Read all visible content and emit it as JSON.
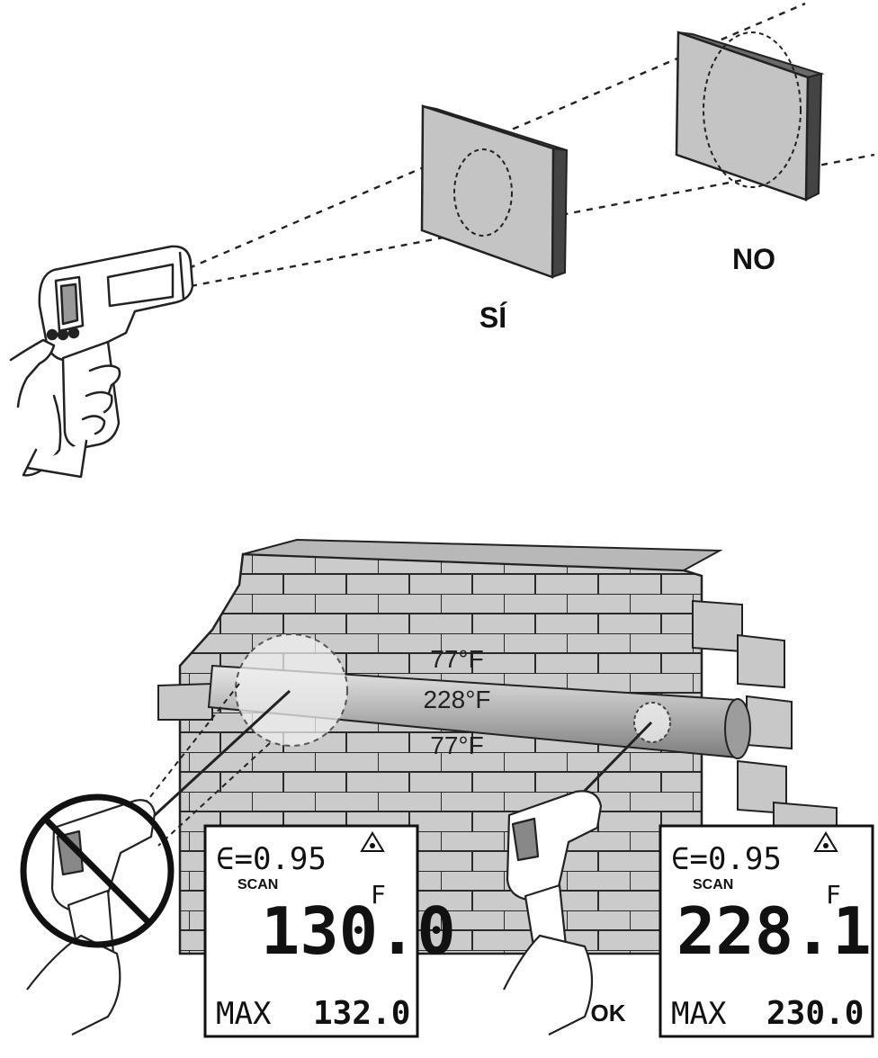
{
  "top_section": {
    "yes_label": "SÍ",
    "no_label": "NO"
  },
  "bottom_section": {
    "pipe_temp_top": "77°F",
    "pipe_temp_center": "228°F",
    "pipe_temp_bottom": "77°F",
    "ok_label": "OK",
    "display_left": {
      "emissivity": "∈=0.95",
      "mode": "SCAN",
      "reading": "130.0",
      "unit": "F",
      "max_label": "MAX",
      "max_value": "132.0"
    },
    "display_right": {
      "emissivity": "∈=0.95",
      "mode": "SCAN",
      "reading": "228.1",
      "unit": "F",
      "max_label": "MAX",
      "max_value": "230.0"
    }
  },
  "icons": [
    "thermometer-gun-icon",
    "laser-warning-icon",
    "hand-icon",
    "prohibited-icon"
  ],
  "colors": {
    "panel_gray": "#c6c6c6",
    "panel_side": "#555555",
    "brick_fill": "#cfcfcf",
    "pipe_fill": "#bdbdbd",
    "line": "#222222"
  }
}
